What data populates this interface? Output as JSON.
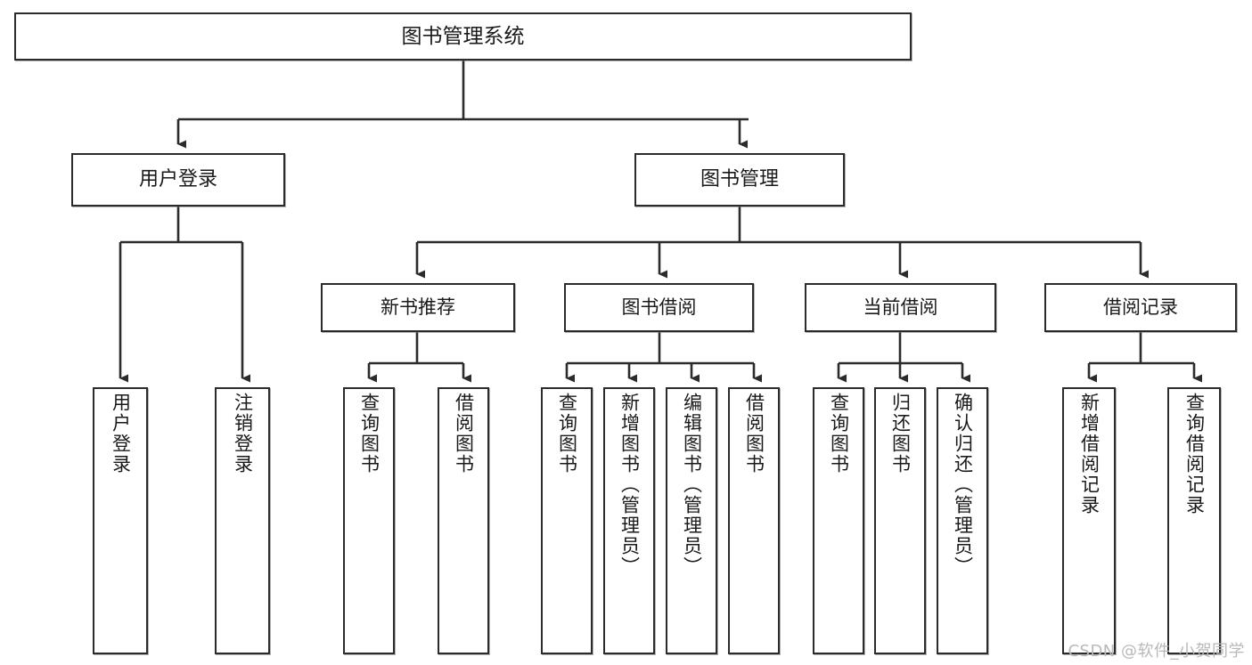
{
  "diagram": {
    "title": "图书管理系统",
    "watermark": "CSDN @软件_小贺同学",
    "line_color": "#2b2b2b",
    "box_fill": "#ffffff",
    "text_color": "#1a1a1a",
    "nodes": {
      "root": {
        "label": "图书管理系统"
      },
      "user_login": {
        "label": "用户登录"
      },
      "book_manage": {
        "label": "图书管理"
      },
      "new_book_rec": {
        "label": "新书推荐"
      },
      "book_borrow": {
        "label": "图书借阅"
      },
      "current_borrow": {
        "label": "当前借阅"
      },
      "borrow_record": {
        "label": "借阅记录"
      },
      "leaf_user_login": {
        "label": "用户登录"
      },
      "leaf_logout": {
        "label": "注销登录"
      },
      "leaf_query_book_1": {
        "label": "查询图书"
      },
      "leaf_borrow_book_1": {
        "label": "借阅图书"
      },
      "leaf_query_book_2": {
        "label": "查询图书"
      },
      "leaf_add_book": {
        "label": "新增图书（管理员）"
      },
      "leaf_edit_book": {
        "label": "编辑图书（管理员）"
      },
      "leaf_borrow_book_2": {
        "label": "借阅图书"
      },
      "leaf_query_book_3": {
        "label": "查询图书"
      },
      "leaf_return_book": {
        "label": "归还图书"
      },
      "leaf_confirm_return": {
        "label": "确认归还（管理员）"
      },
      "leaf_add_record": {
        "label": "新增借阅记录"
      },
      "leaf_query_record": {
        "label": "查询借阅记录"
      }
    }
  }
}
